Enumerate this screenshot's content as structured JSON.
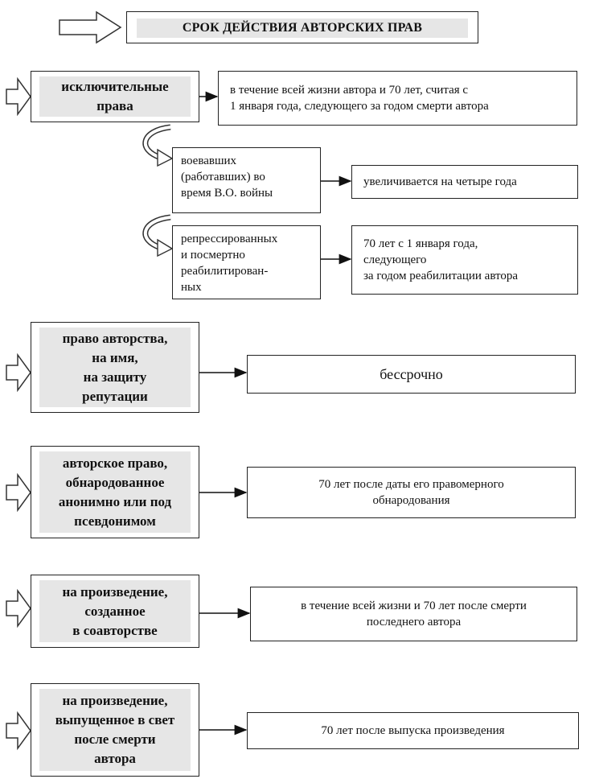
{
  "title": "СРОК ДЕЙСТВИЯ АВТОРСКИХ ПРАВ",
  "rows": [
    {
      "left": [
        "исключительные",
        "права"
      ],
      "right": [
        "в течение всей жизни автора и 70 лет, считая с",
        "1 января года, следующего за годом смерти автора"
      ],
      "subs": [
        {
          "left": [
            "воевавших",
            "(работавших) во",
            "время В.О. войны"
          ],
          "right": [
            "увеличивается на четыре года"
          ]
        },
        {
          "left": [
            "репрессированных",
            "и посмертно",
            "реабилитирован-",
            "ных"
          ],
          "right": [
            "70 лет с 1 января года,",
            "следующего",
            "за годом реабилитации автора"
          ]
        }
      ]
    },
    {
      "left": [
        "право авторства,",
        "на имя,",
        "на защиту",
        "репутации"
      ],
      "right": [
        "бессрочно"
      ]
    },
    {
      "left": [
        "авторское право,",
        "обнародованное",
        "анонимно или под",
        "псевдонимом"
      ],
      "right": [
        "70 лет после даты его правомерного",
        "обнародования"
      ]
    },
    {
      "left": [
        "на произведение,",
        "созданное",
        "в соавторстве"
      ],
      "right": [
        "в течение всей жизни и 70 лет после смерти",
        "последнего автора"
      ]
    },
    {
      "left": [
        "на произведение,",
        "выпущенное в свет",
        "после смерти",
        "автора"
      ],
      "right": [
        "70 лет после выпуска произведения"
      ]
    }
  ]
}
